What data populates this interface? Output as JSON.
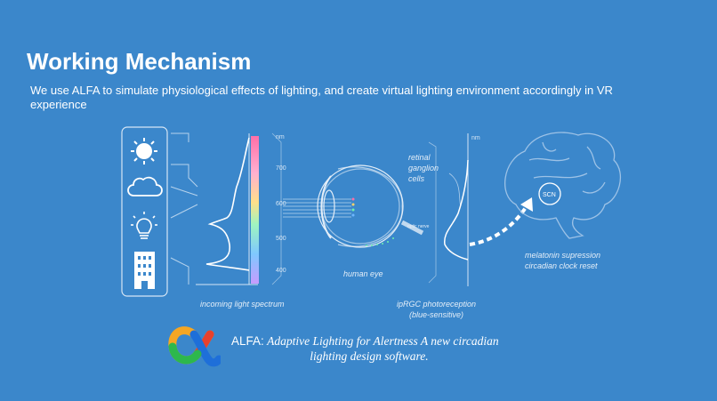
{
  "slide": {
    "title": "Working Mechanism",
    "subtitle": "We use ALFA to simulate physiological effects of lighting, and create virtual lighting environment accordingly in VR experience"
  },
  "diagram": {
    "icons": [
      "sun-icon",
      "cloud-icon",
      "lightbulb-icon",
      "building-icon"
    ],
    "spectrum_unit": "nm",
    "spectrum_ticks": [
      "700",
      "600",
      "500",
      "400"
    ],
    "spectrum_caption": "incoming light spectrum",
    "eye_label": "human eye",
    "retina_label_lines": [
      "retinal",
      "ganglion",
      "cells"
    ],
    "optic_nerve_label": "optic nerve",
    "ipRGC_unit": "nm",
    "ipRGC_caption_lines": [
      "ipRGC photoreception",
      "(blue-sensitive)"
    ],
    "scn_label": "SCN",
    "brain_caption_lines": [
      "melatonin supression",
      "circadian clock reset"
    ]
  },
  "footer": {
    "alfa_lead": "ALFA:",
    "alfa_line1": "Adaptive Lighting for Alertness  A new circadian",
    "alfa_line2": "lighting design software."
  },
  "colors": {
    "background": "#3b87cb",
    "line": "#d6e6f5",
    "spectrum": [
      "#ff6fa8",
      "#ffd36a",
      "#6ff0b0",
      "#6fb6ff",
      "#b98cff"
    ]
  }
}
